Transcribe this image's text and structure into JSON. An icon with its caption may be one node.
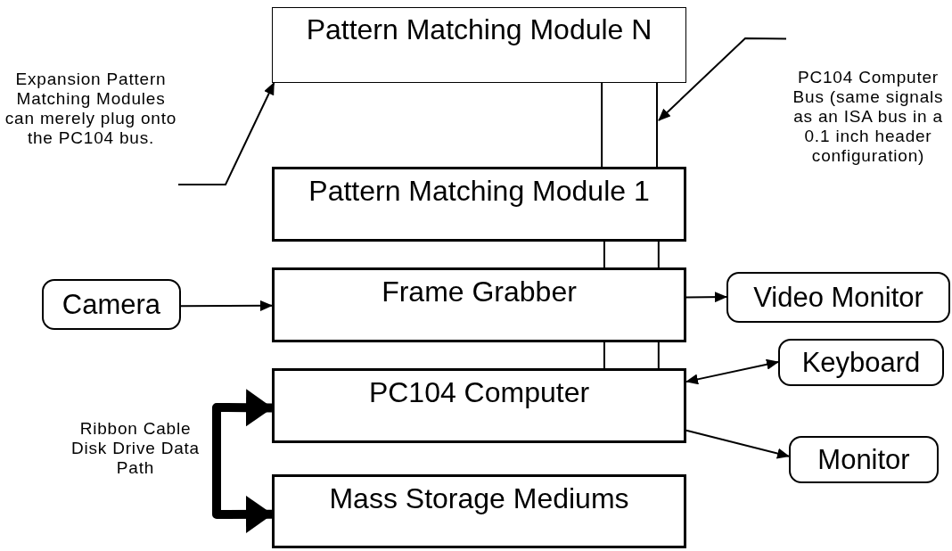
{
  "diagram": {
    "nodes": [
      {
        "text": [
          "Pattern Matching Module N"
        ]
      },
      {
        "text": [
          "Pattern Matching Module 1"
        ]
      },
      {
        "text": [
          "Frame Grabber"
        ]
      },
      {
        "text": [
          "PC104 Computer"
        ]
      },
      {
        "text": [
          "Mass Storage Mediums"
        ]
      },
      {
        "text": [
          "Camera"
        ]
      },
      {
        "text": [
          "Video Monitor"
        ]
      },
      {
        "text": [
          "Keyboard"
        ]
      },
      {
        "text": [
          "Monitor"
        ]
      },
      {
        "text": [
          "Expansion Pattern Matching Modules can merely plug onto the PC104 bus."
        ]
      },
      {
        "text": [
          "PC104 Computer Bus (same signals as an ISA bus in a 0.1 inch header configuration)"
        ]
      }
    ],
    "edges": [
      {
        "from": 0,
        "to": 1,
        "arrow": "none"
      },
      {
        "from": 0,
        "to": 1,
        "arrow": "none"
      },
      {
        "from": 1,
        "to": 2,
        "arrow": "none"
      },
      {
        "from": 1,
        "to": 2,
        "arrow": "none"
      },
      {
        "from": 2,
        "to": 3,
        "arrow": "none"
      },
      {
        "from": 2,
        "to": 3,
        "arrow": "none"
      },
      {
        "from": 5,
        "to": 2,
        "arrow": "to"
      },
      {
        "from": 2,
        "to": 6,
        "arrow": "to"
      },
      {
        "from": 3,
        "to": 7,
        "arrow": "both"
      },
      {
        "from": 3,
        "to": 8,
        "arrow": "to"
      },
      {
        "from": 3,
        "to": 4,
        "arrow": "both",
        "style": "thick"
      },
      {
        "from": 9,
        "to": 0,
        "arrow": "to"
      },
      {
        "from": 10,
        "to": null,
        "arrow": "to"
      }
    ],
    "labels": [
      "Ribbon Cable Disk Drive Data Path"
    ]
  }
}
